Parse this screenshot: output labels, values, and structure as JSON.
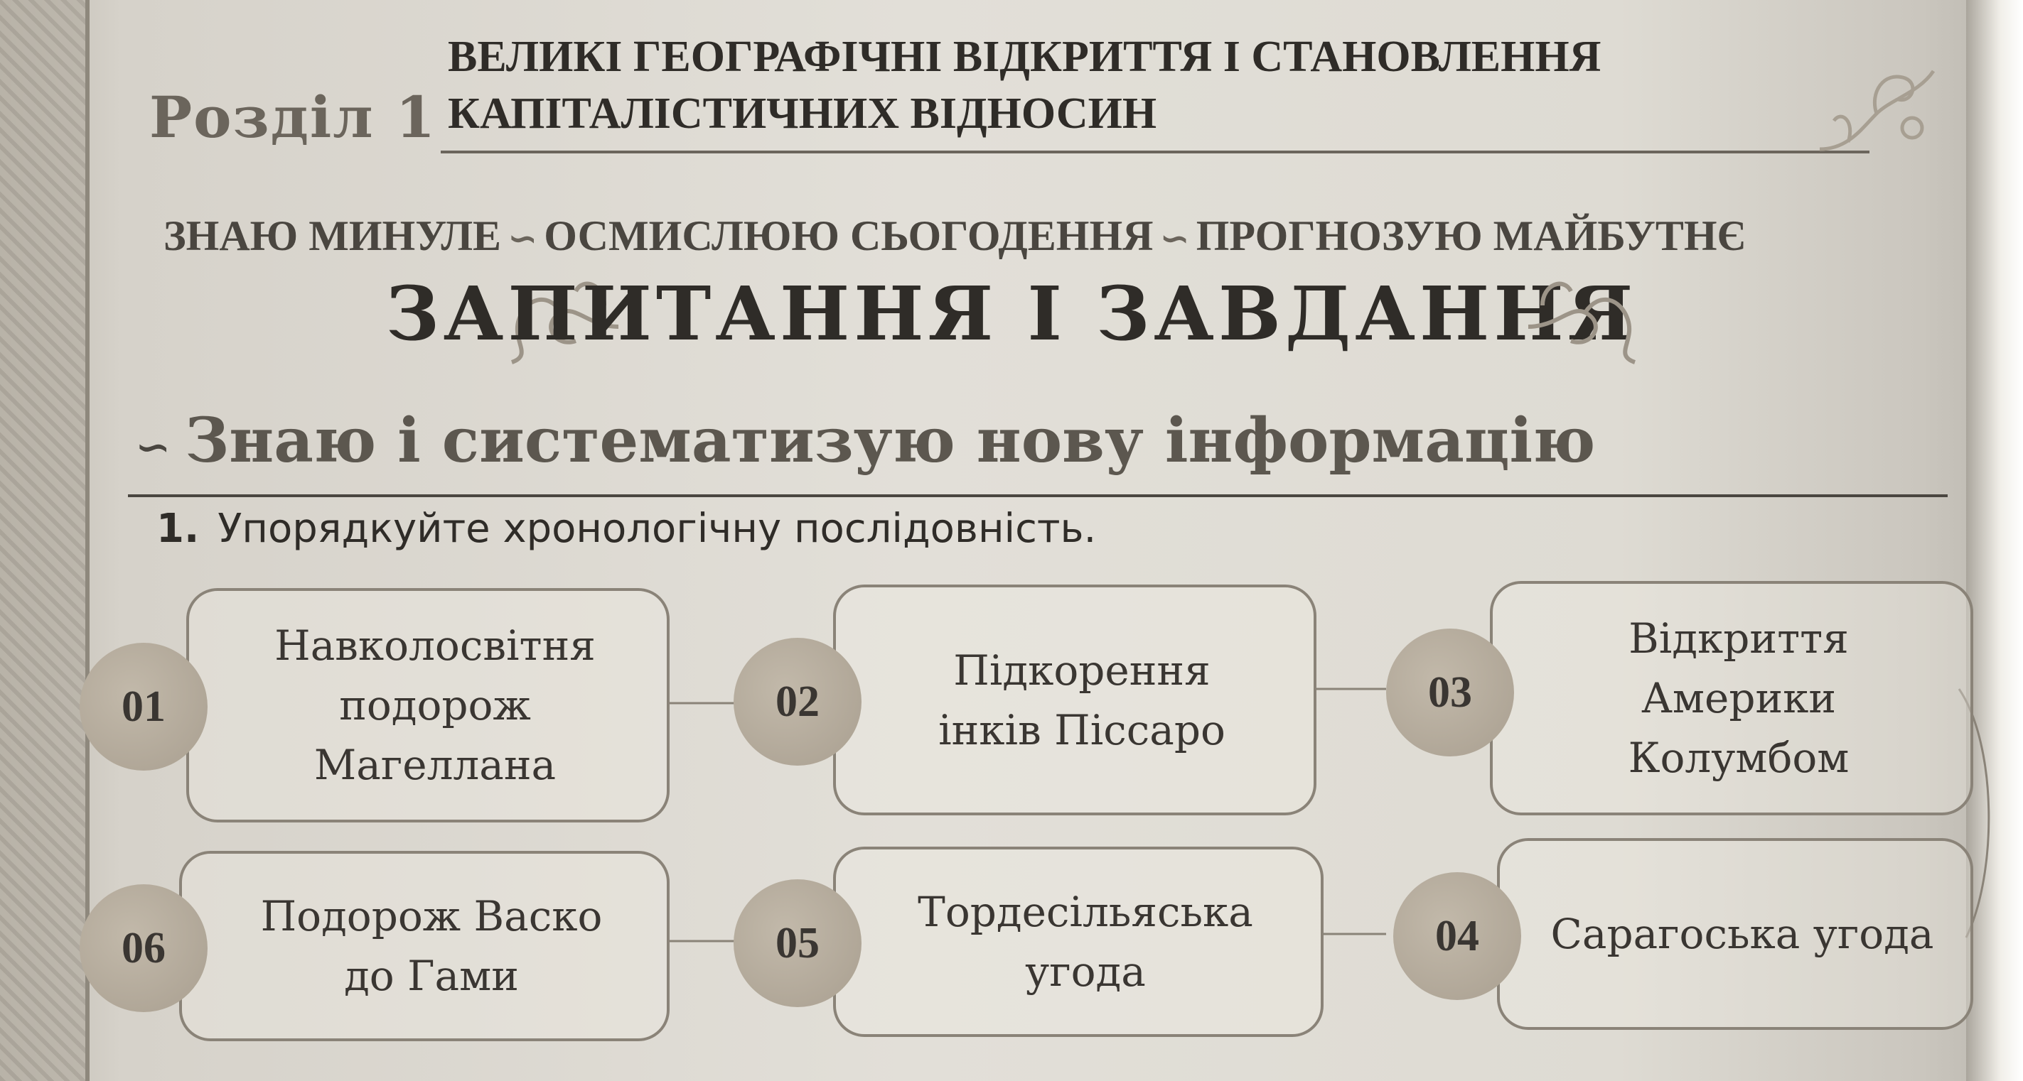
{
  "header": {
    "section_label": "Розділ 1",
    "chapter_title_line1": "ВЕЛИКІ ГЕОГРАФІЧНІ ВІДКРИТТЯ І СТАНОВЛЕННЯ",
    "chapter_title_line2": "КАПІТАЛІСТИЧНИХ ВІДНОСИН"
  },
  "motto": {
    "part1": "ЗНАЮ МИНУЛЕ",
    "part2": "ОСМИСЛЮЮ СЬОГОДЕННЯ",
    "part3": "ПРОГНОЗУЮ МАЙБУТНЄ"
  },
  "qa_title": "ЗАПИТАННЯ І ЗАВДАННЯ",
  "subheading": "Знаю і систематизую нову інформацію",
  "task": {
    "number": "1.",
    "text": "Упорядкуйте хронологічну послідовність."
  },
  "items": [
    {
      "num": "01",
      "text": "Навколосвітня\nподорож\nМагеллана"
    },
    {
      "num": "02",
      "text": "Підкорення\nінків Піссаро"
    },
    {
      "num": "03",
      "text": "Відкриття\nАмерики\nКолумбом"
    },
    {
      "num": "04",
      "text": "Сарагоська угода"
    },
    {
      "num": "05",
      "text": "Тордесільяська\nугода"
    },
    {
      "num": "06",
      "text": "Подорож Васко\nдо Гами"
    }
  ],
  "colors": {
    "accent_circle": "#b3a999",
    "border": "#8a8378",
    "text": "#3a3632"
  }
}
